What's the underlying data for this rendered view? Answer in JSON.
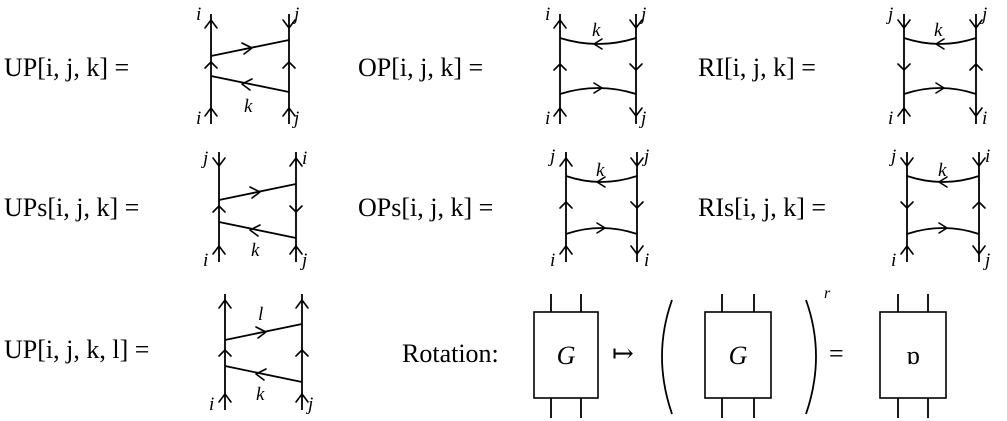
{
  "equations": {
    "up": "UP[i, j, k] =",
    "op": "OP[i, j, k] =",
    "ri": "RI[i, j, k] =",
    "ups": "UPs[i, j, k] =",
    "ops": "OPs[i, j, k] =",
    "ris": "RIs[i, j, k] =",
    "up4": "UP[i, j, k, l] ="
  },
  "labels": {
    "up": {
      "tl": "i",
      "tr": "j",
      "bl": "i",
      "br": "j",
      "mid": "k"
    },
    "op": {
      "tl": "i",
      "tr": "j",
      "bl": "i",
      "br": "j",
      "mid": "k"
    },
    "ri": {
      "tl": "j",
      "tr": "j",
      "bl": "i",
      "br": "i",
      "mid": "k"
    },
    "ups": {
      "tl": "j",
      "tr": "i",
      "bl": "i",
      "br": "j",
      "mid": "k"
    },
    "ops": {
      "tl": "j",
      "tr": "j",
      "bl": "i",
      "br": "i",
      "mid": "k"
    },
    "ris": {
      "tl": "j",
      "tr": "i",
      "bl": "i",
      "br": "j",
      "mid": "k"
    },
    "up4": {
      "bl": "i",
      "br": "j",
      "upper": "l",
      "lower": "k"
    }
  },
  "rotation": {
    "label": "Rotation:",
    "gate": "G",
    "maps_to": "↦",
    "exponent": "r",
    "equals": "=",
    "rotated_gate": "ɒ"
  }
}
